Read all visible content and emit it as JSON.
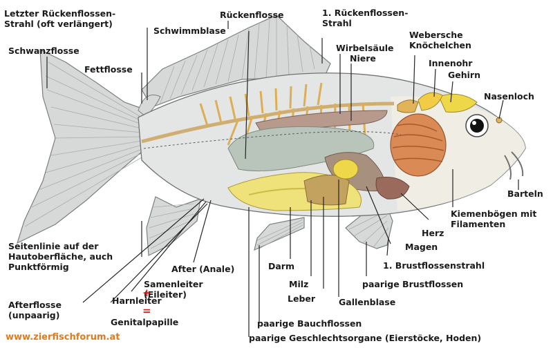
{
  "labels": {
    "letzter_ruecken": "Letzter Rückenflossen-\nStrahl (oft verlängert)",
    "rueckenflosse": "Rückenflosse",
    "erste_rueckenstrahl": "1. Rückenflossen-\nStrahl",
    "schwimmblase": "Schwimmblase",
    "webersche": "Webersche\nKnöchelchen",
    "wirbelsaeule": "Wirbelsäule",
    "niere": "Niere",
    "innenohr": "Innenohr",
    "gehirn": "Gehirn",
    "schwanzflosse": "Schwanzflosse",
    "fettflosse": "Fettflosse",
    "nasenloch": "Nasenloch",
    "barteln": "Barteln",
    "kiemenboegen": "Kiemenbögen mit\nFilamenten",
    "herz": "Herz",
    "magen": "Magen",
    "brustflossenstrahl": "1. Brustflossenstrahl",
    "seitenlinie": "Seitenlinie auf der\nHautoberfläche, auch\nPunktförmig",
    "after": "After (Anale)",
    "samenleiter": "Samenleiter\n(Eileiter)",
    "harnleiter": "Harnleiter",
    "genitalpapille": "Genitalpapille",
    "afterflosse": "Afterflosse\n(unpaarig)",
    "darm": "Darm",
    "milz": "Milz",
    "leber": "Leber",
    "gallenblase": "Gallenblase",
    "paarige_brustflossen": "paarige Brustflossen",
    "paarige_bauchflossen": "paarige Bauchflossen",
    "geschlechtsorgane": "paarige Geschlechtsorgane (Eierstöcke, Hoden)",
    "plus": "+",
    "equals": "="
  },
  "website": "www.zierfischforum.at",
  "colors": {
    "body": "#e3e6e4",
    "fin": "#d6d9d7",
    "swim_bladder": "#b9c4bb",
    "kidney": "#b89a8c",
    "stomach": "#a8907e",
    "intestine": "#f0e27a",
    "liver": "#c2a25e",
    "heart": "#9a6a5c",
    "gills": "#d98a55",
    "bone": "#e1b45a",
    "ear": "#f2cc44",
    "website": "#e07a1a"
  }
}
